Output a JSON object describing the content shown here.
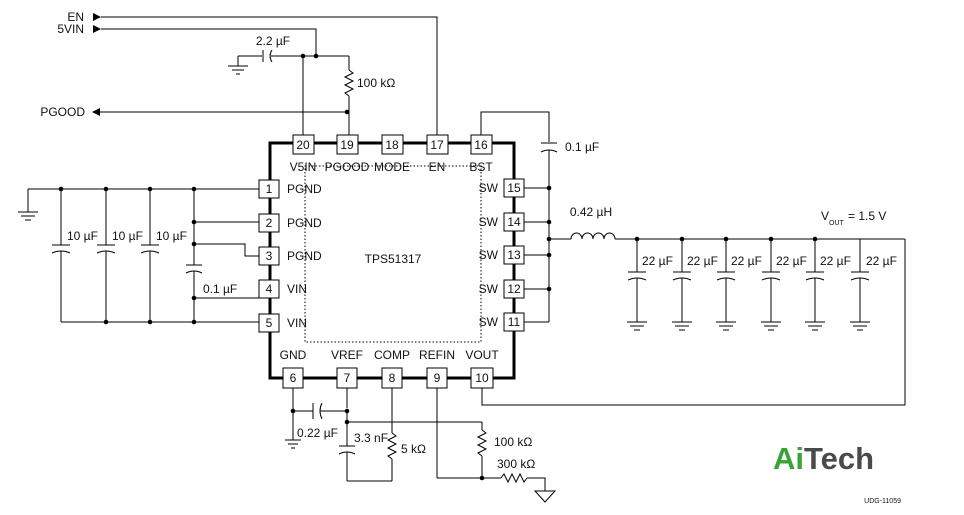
{
  "signals": {
    "en": "EN",
    "v5vin": "5VIN",
    "pgood": "PGOOD"
  },
  "ic": {
    "name": "TPS51317",
    "pins": [
      {
        "num": "1",
        "label": "PGND"
      },
      {
        "num": "2",
        "label": "PGND"
      },
      {
        "num": "3",
        "label": "PGND"
      },
      {
        "num": "4",
        "label": "VIN"
      },
      {
        "num": "5",
        "label": "VIN"
      },
      {
        "num": "6",
        "label": "GND"
      },
      {
        "num": "7",
        "label": "VREF"
      },
      {
        "num": "8",
        "label": "COMP"
      },
      {
        "num": "9",
        "label": "REFIN"
      },
      {
        "num": "10",
        "label": "VOUT"
      },
      {
        "num": "11",
        "label": "SW"
      },
      {
        "num": "12",
        "label": "SW"
      },
      {
        "num": "13",
        "label": "SW"
      },
      {
        "num": "14",
        "label": "SW"
      },
      {
        "num": "15",
        "label": "SW"
      },
      {
        "num": "16",
        "label": "BST"
      },
      {
        "num": "17",
        "label": "EN"
      },
      {
        "num": "18",
        "label": "MODE"
      },
      {
        "num": "19",
        "label": "PGOOD"
      },
      {
        "num": "20",
        "label": "V5IN"
      }
    ]
  },
  "components": {
    "c_v5in": "2.2 µF",
    "r_pgood": "100 kΩ",
    "c_bst": "0.1 µF",
    "l_out": "0.42 µH",
    "vout_prefix": "V",
    "vout_sub": "OUT",
    "vout_value": " = 1.5 V",
    "c_in1": "10 µF",
    "c_in2": "10 µF",
    "c_in3": "10 µF",
    "c_in_small": "0.1 µF",
    "c_out": [
      "22 µF",
      "22 µF",
      "22 µF",
      "22 µF",
      "22 µF",
      "22 µF"
    ],
    "c_vref": "0.22 µF",
    "c_comp": "3.3 nF",
    "r_comp": "5 kΩ",
    "r_refin_top": "100 kΩ",
    "r_refin_bot": "300 kΩ"
  },
  "watermark": {
    "brand_a": "Ai",
    "brand_b": "Tech",
    "color_a": "#3aa335",
    "color_b": "#4a4a4a"
  },
  "doc_id": "UDG-11059"
}
